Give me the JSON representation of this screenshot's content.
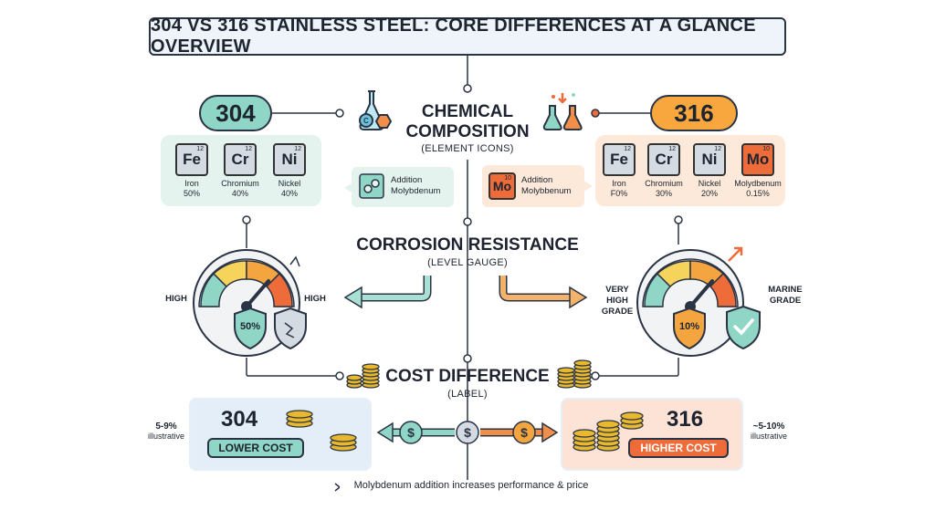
{
  "title": "304 VS 316 STAINLESS STEEL: CORE DIFFERENCES AT A GLANCE OVERVIEW",
  "grades": {
    "left": "304",
    "right": "316"
  },
  "chemical": {
    "title_line1": "CHEMICAL",
    "title_line2": "COMPOSITION",
    "subtitle": "(ELEMENT ICONS)",
    "left_elements": [
      {
        "symbol": "Fe",
        "number": "12",
        "name": "Iron",
        "amount": "50%"
      },
      {
        "symbol": "Cr",
        "number": "12",
        "name": "Chromium",
        "amount": "40%"
      },
      {
        "symbol": "Ni",
        "number": "12",
        "name": "Nickel",
        "amount": "40%"
      }
    ],
    "right_elements": [
      {
        "symbol": "Fe",
        "number": "12",
        "name": "Iron",
        "amount": "F0%"
      },
      {
        "symbol": "Cr",
        "number": "12",
        "name": "Chromium",
        "amount": "30%"
      },
      {
        "symbol": "Ni",
        "number": "12",
        "name": "Nickel",
        "amount": "20%"
      },
      {
        "symbol": "Mo",
        "number": "10",
        "name": "Molydbenum",
        "amount": "0.15%"
      }
    ],
    "callout_left": {
      "line1": "Addition",
      "line2": "Molybdenum"
    },
    "callout_right": {
      "symbol": "Mo",
      "number": "10",
      "line1": "Addition",
      "line2": "Molybbenum"
    }
  },
  "corrosion": {
    "title": "CORROSION RESISTANCE",
    "subtitle": "(LEVEL GAUGE)",
    "left_label_a": "HIGH",
    "left_label_b": "HIGH",
    "left_shield": "50%",
    "right_label_a": [
      "VERY",
      "HIGH",
      "GRADE"
    ],
    "right_label_b": [
      "MARINE",
      "GRADE"
    ],
    "right_shield": "10%"
  },
  "cost": {
    "title": "COST DIFFERENCE",
    "subtitle": "(LABEL)",
    "left_grade": "304",
    "left_label": "LOWER COST",
    "left_range": "5-9%",
    "left_note": "illustrative",
    "right_grade": "316",
    "right_label": "HIGHER COST",
    "right_range": "~5-10%",
    "right_note": "illustrative",
    "footer": "Molybdenum addition increases performance & price"
  },
  "colors": {
    "teal": "#8fd6c6",
    "orange": "#f7a73d",
    "panel_teal": "#e4f3ee",
    "panel_orange": "#fde9da",
    "gold": "#e8b92e",
    "cost_blue": "#e3eef8",
    "cost_peach": "#fde3d6"
  }
}
